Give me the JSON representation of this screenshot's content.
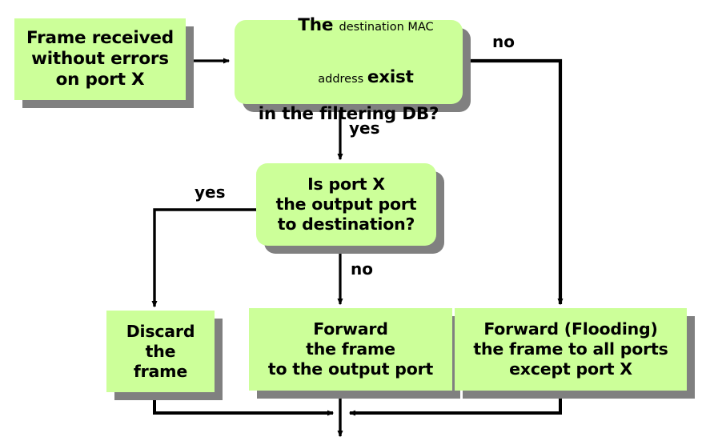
{
  "diagram": {
    "title": "Bridge frame forwarding decision flowchart",
    "colors": {
      "node_fill": "#CCFF99",
      "node_shadow": "#808080",
      "stroke": "#000000",
      "background": "#FFFFFF"
    },
    "nodes": [
      {
        "id": "frame-received",
        "type": "process",
        "lines": [
          "Frame received",
          "without errors",
          "on port X"
        ]
      },
      {
        "id": "mac-in-filtering-db",
        "type": "decision",
        "lines": [
          [
            {
              "t": "The ",
              "style": "big"
            },
            {
              "t": "destination MAC",
              "style": "small"
            }
          ],
          [
            {
              "t": "address ",
              "style": "small"
            },
            {
              "t": "exist",
              "style": "big"
            }
          ],
          [
            {
              "t": "in the filtering DB?",
              "style": "big"
            }
          ]
        ]
      },
      {
        "id": "is-port-x-output-port",
        "type": "decision",
        "lines": [
          "Is port X",
          "the output port",
          "to destination?"
        ]
      },
      {
        "id": "discard-frame",
        "type": "process",
        "lines": [
          "Discard",
          "the",
          "frame"
        ]
      },
      {
        "id": "forward-frame",
        "type": "process",
        "lines": [
          "Forward",
          "the frame",
          "to the output port"
        ]
      },
      {
        "id": "flood-frame",
        "type": "process",
        "lines": [
          "Forward (Flooding)",
          "the frame to all ports",
          "except port X"
        ]
      }
    ],
    "edges": [
      {
        "id": "e-start-to-db",
        "from": "frame-received",
        "to": "mac-in-filtering-db",
        "label": ""
      },
      {
        "id": "e-db-no-to-flood",
        "from": "mac-in-filtering-db",
        "to": "flood-frame",
        "label": "no"
      },
      {
        "id": "e-db-yes-to-portx",
        "from": "mac-in-filtering-db",
        "to": "is-port-x-output-port",
        "label": "yes"
      },
      {
        "id": "e-portx-yes-discard",
        "from": "is-port-x-output-port",
        "to": "discard-frame",
        "label": "yes"
      },
      {
        "id": "e-portx-no-forward",
        "from": "is-port-x-output-port",
        "to": "forward-frame",
        "label": "no"
      },
      {
        "id": "e-discard-to-merge",
        "from": "discard-frame",
        "to": "merge-point",
        "label": ""
      },
      {
        "id": "e-forward-to-merge",
        "from": "forward-frame",
        "to": "merge-point",
        "label": ""
      },
      {
        "id": "e-flood-to-merge",
        "from": "flood-frame",
        "to": "merge-point",
        "label": ""
      },
      {
        "id": "e-merge-to-end",
        "from": "merge-point",
        "to": "end",
        "label": ""
      }
    ],
    "labels": {
      "db_no": "no",
      "db_yes": "yes",
      "portx_yes": "yes",
      "portx_no": "no"
    }
  }
}
